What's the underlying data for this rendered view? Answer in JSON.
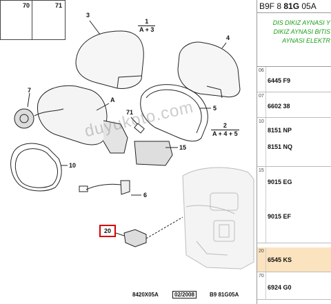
{
  "diagram": {
    "callouts": {
      "c3": "3",
      "c4": "4",
      "c5": "5",
      "c6": "6",
      "c7": "7",
      "c10": "10",
      "c15": "15",
      "c20": "20",
      "c70": "70",
      "c71": "71",
      "c71b": "71",
      "cA": "A"
    },
    "fractions": {
      "f1_num": "1",
      "f1_den": "A + 3",
      "f2_num": "2",
      "f2_den": "A + 4 + 5"
    },
    "watermark": "duyukoto.com",
    "footer": {
      "left": "8420X05A",
      "date": "02/2008",
      "right": "B9 81G05A"
    }
  },
  "panel": {
    "code_prefix": "B9F 8 ",
    "code_bold": "81G",
    "code_suffix": " 05A",
    "desc_lines": [
      "DIS DIKIZ AYNASI Y",
      "DIKIZ AYNASI BITIS",
      "AYNASI ELEKTR"
    ],
    "rows": [
      {
        "num": "06",
        "parts": [
          "6445 F9"
        ]
      },
      {
        "num": "07",
        "parts": [
          "6602 38"
        ]
      },
      {
        "num": "10",
        "parts": [
          "8151 NP",
          "8151 NQ"
        ]
      },
      {
        "num": "15",
        "parts": [
          "9015 EG",
          "9015 EF"
        ]
      },
      {
        "num": "20",
        "parts": [
          "6545 KS"
        ]
      },
      {
        "num": "70",
        "parts": [
          "6924 G0"
        ]
      }
    ]
  },
  "colors": {
    "desc_text": "#1aa01a",
    "highlight_row": "#fbe3bf",
    "callout_box": "#d40000"
  }
}
